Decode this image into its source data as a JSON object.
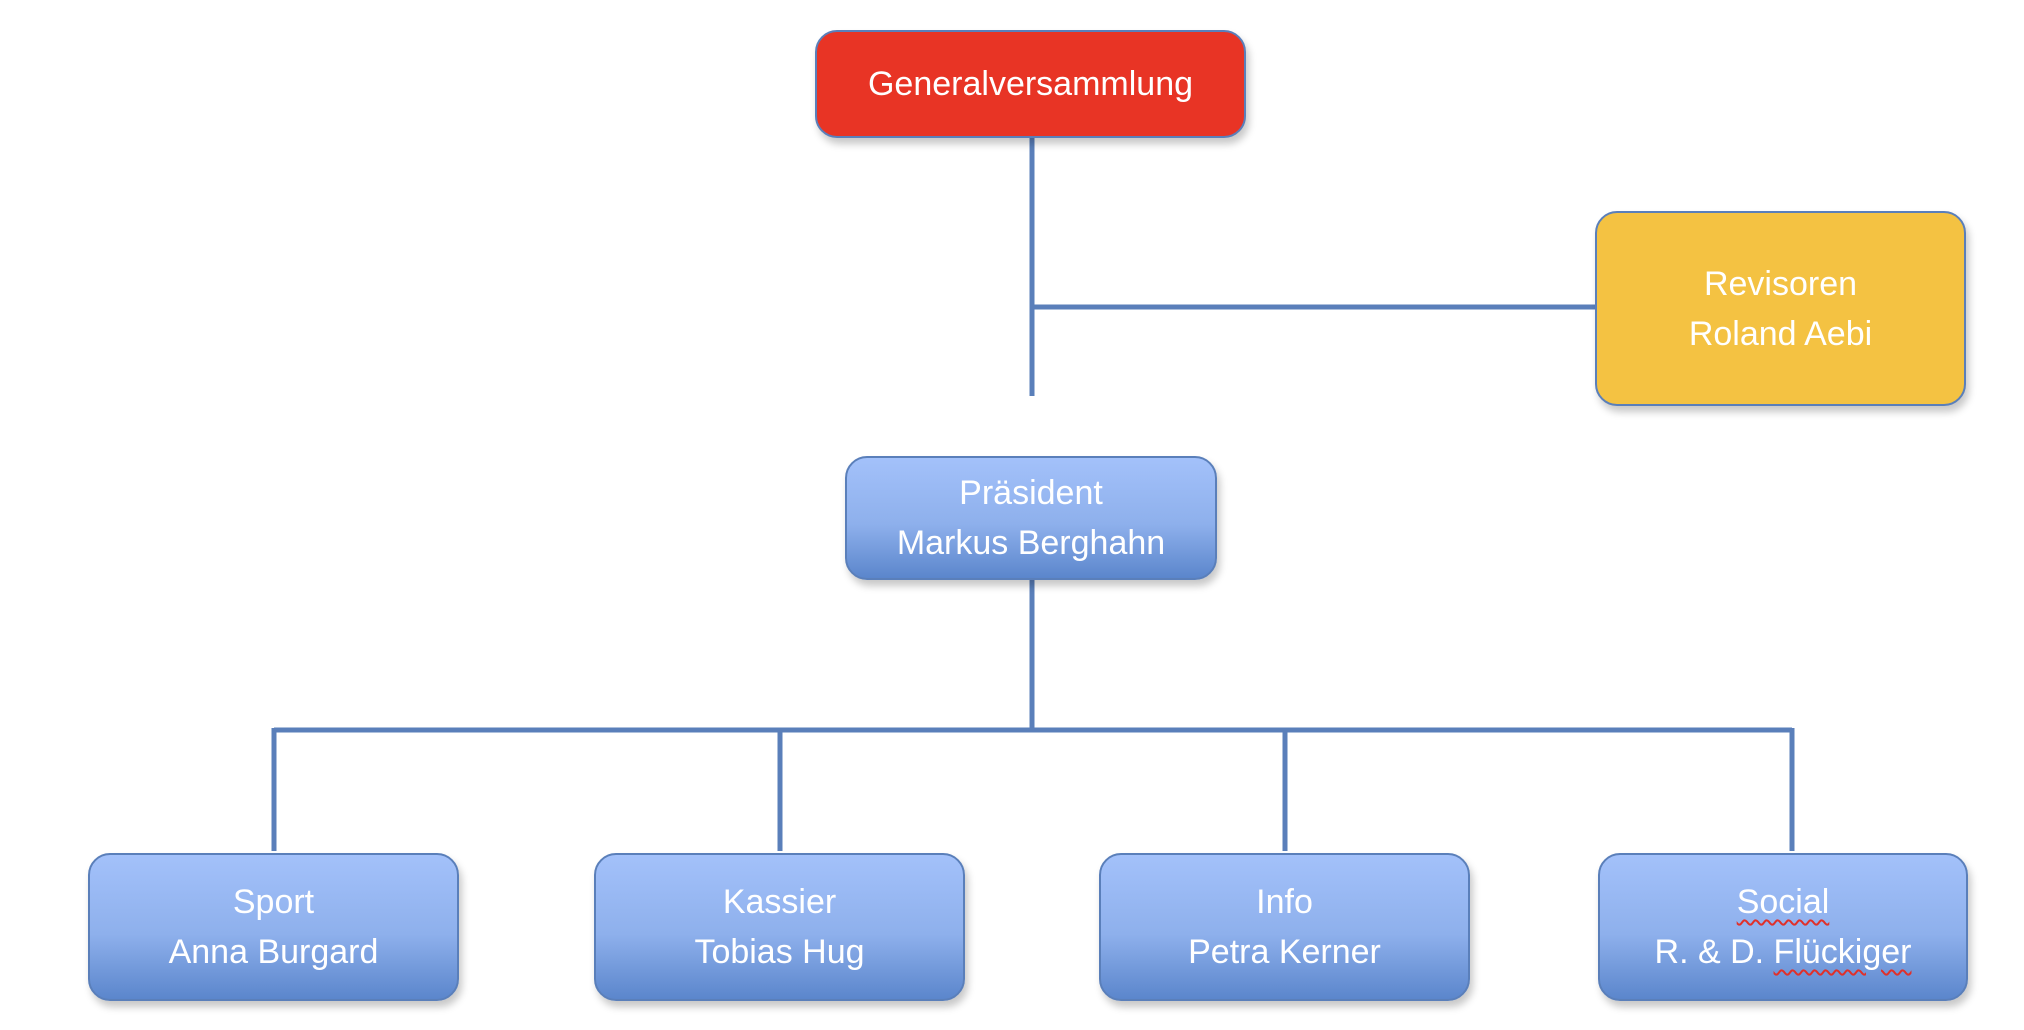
{
  "colors": {
    "connector": "#5a7fba",
    "top": "#e83425",
    "auditor": "#f4c242",
    "unit": "#8eb0ec"
  },
  "top": {
    "title": "Generalversammlung"
  },
  "auditors": {
    "role": "Revisoren",
    "name": "Roland Aebi"
  },
  "president": {
    "role": "Präsident",
    "name": "Markus Berghahn"
  },
  "units": [
    {
      "role": "Sport",
      "name": "Anna Burgard"
    },
    {
      "role": "Kassier",
      "name": "Tobias Hug"
    },
    {
      "role": "Info",
      "name": "Petra Kerner"
    },
    {
      "role": "Social",
      "name_prefix": "R. & D.",
      "name_surname": "Flückiger"
    }
  ]
}
